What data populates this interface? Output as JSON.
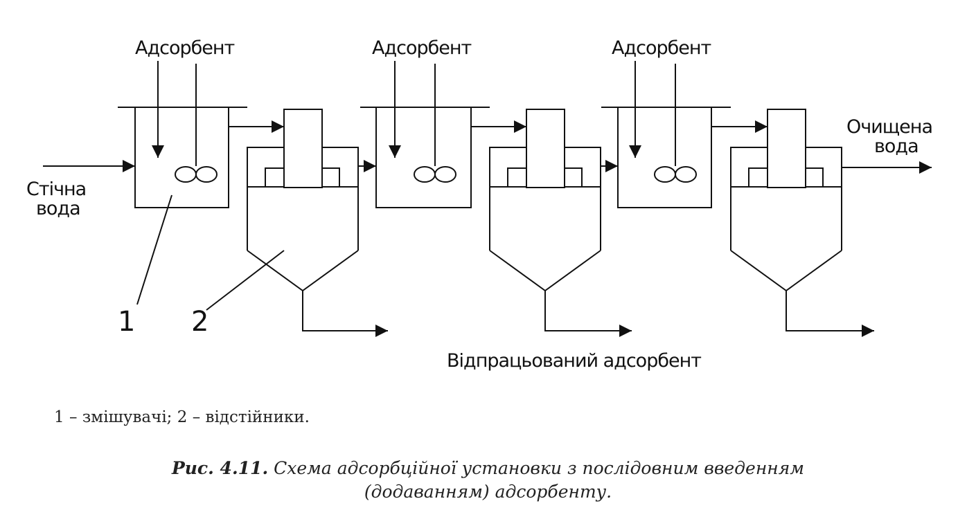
{
  "diagram": {
    "labels": {
      "adsorbent": "Адсорбент",
      "waste_water_line1": "Стічна",
      "waste_water_line2": "вода",
      "clean_water_line1": "Очищена",
      "clean_water_line2": "вода",
      "spent_adsorbent": "Відпрацьований адсорбент",
      "number_mixer": "1",
      "number_settler": "2"
    },
    "stage_count": 3
  },
  "legend": {
    "text": "1 – змішувачі; 2 – відстійники."
  },
  "caption": {
    "figure_label": "Рис. 4.11.",
    "title_line1": "Схема адсорбційної установки з послідовним введенням",
    "title_line2": "(додаванням) адсорбенту."
  }
}
